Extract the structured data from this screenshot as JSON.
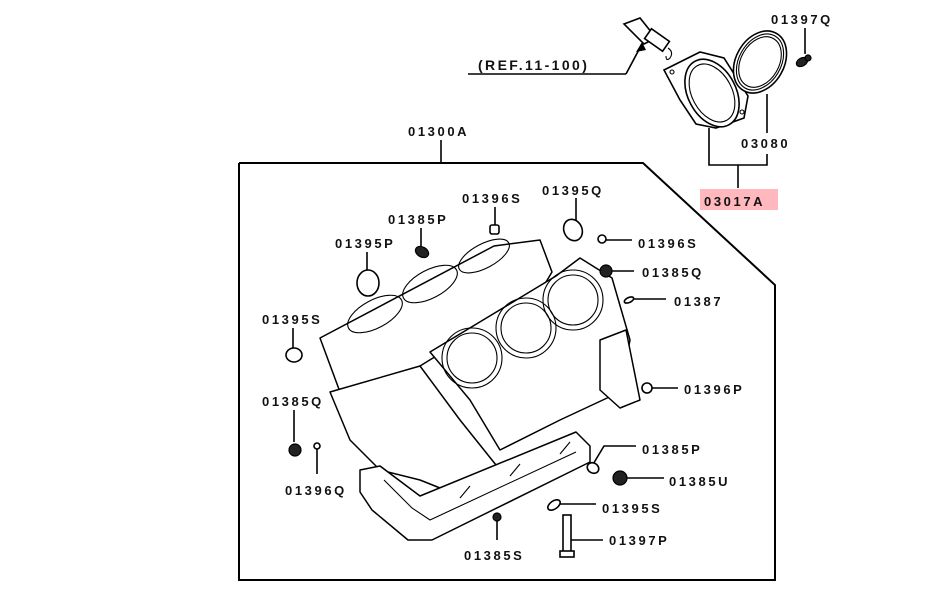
{
  "diagram": {
    "title": "Cylinder block parts diagram",
    "highlight_color": "#ffb8bd",
    "reference": {
      "label": "(REF.11-100)"
    },
    "assembly_label": "01300A",
    "callouts": [
      {
        "id": "01397Q",
        "label": "01397Q",
        "highlighted": false
      },
      {
        "id": "03080",
        "label": "03080",
        "highlighted": false
      },
      {
        "id": "03017A",
        "label": "03017A",
        "highlighted": true
      },
      {
        "id": "01396S-top",
        "label": "01396S",
        "highlighted": false
      },
      {
        "id": "01395Q",
        "label": "01395Q",
        "highlighted": false
      },
      {
        "id": "01385P-top",
        "label": "01385P",
        "highlighted": false
      },
      {
        "id": "01395P",
        "label": "01395P",
        "highlighted": false
      },
      {
        "id": "01396S-right",
        "label": "01396S",
        "highlighted": false
      },
      {
        "id": "01385Q-right",
        "label": "01385Q",
        "highlighted": false
      },
      {
        "id": "01387",
        "label": "01387",
        "highlighted": false
      },
      {
        "id": "01395S-left",
        "label": "01395S",
        "highlighted": false
      },
      {
        "id": "01396P",
        "label": "01396P",
        "highlighted": false
      },
      {
        "id": "01385Q-left",
        "label": "01385Q",
        "highlighted": false
      },
      {
        "id": "01385P-right",
        "label": "01385P",
        "highlighted": false
      },
      {
        "id": "01385U",
        "label": "01385U",
        "highlighted": false
      },
      {
        "id": "01396Q",
        "label": "01396Q",
        "highlighted": false
      },
      {
        "id": "01395S-bottom",
        "label": "01395S",
        "highlighted": false
      },
      {
        "id": "01397P",
        "label": "01397P",
        "highlighted": false
      },
      {
        "id": "01385S",
        "label": "01385S",
        "highlighted": false
      }
    ]
  }
}
